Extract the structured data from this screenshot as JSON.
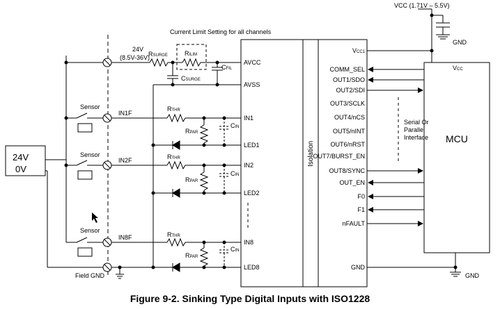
{
  "supply": {
    "vcc_label": "VCC (1.71V – 5.5V)",
    "gnd_top": "GND",
    "gnd_bottom": "GND"
  },
  "field": {
    "v24_label": "24V",
    "v24_range": "(8.5V-36V)",
    "source_24v": "24V",
    "source_0v": "0V",
    "field_gnd": "Field GND",
    "current_limit": "Current Limit Setting  for all channels",
    "sensor": "Sensor",
    "channels": [
      "IN1F",
      "IN2F",
      "IN8F"
    ]
  },
  "components": {
    "rsurge_main": "R",
    "rsurge_sub": "SURGE",
    "rilim_main": "R",
    "rilim_sub": "ILIM",
    "cfil_main": "C",
    "cfil_sub": "FIL",
    "csurge_main": "C",
    "csurge_sub": "SURGE",
    "rthr_main": "R",
    "rthr_sub": "THR",
    "rpar_main": "R",
    "rpar_sub": "PAR",
    "cin_main": "C",
    "cin_sub": "IN"
  },
  "iso_chip": {
    "left_pins": [
      "AVCC",
      "AVSS",
      "IN1",
      "LED1",
      "IN2",
      "LED2",
      "IN8",
      "LED8"
    ],
    "isolation_label": "Isolation",
    "vcc1_main": "V",
    "vcc1_sub": "CC1",
    "right_pins": [
      "COMM_SEL",
      "OUT1/SDO",
      "OUT2/SDI",
      "OUT3/SCLK",
      "OUT4/nCS",
      "OUT5/nINT",
      "OUT6/nRST",
      "OUT7/BURST_EN",
      "OUT8/SYNC",
      "OUT_EN",
      "F0",
      "F1",
      "nFAULT",
      "GND"
    ]
  },
  "mcu": {
    "label": "MCU",
    "vcc_main": "V",
    "vcc_sub": "CC",
    "interface_lines": [
      "Serial Or",
      "Parallel",
      "Interface"
    ]
  },
  "caption": "Figure 9-2. Sinking Type Digital Inputs with ISO1228"
}
